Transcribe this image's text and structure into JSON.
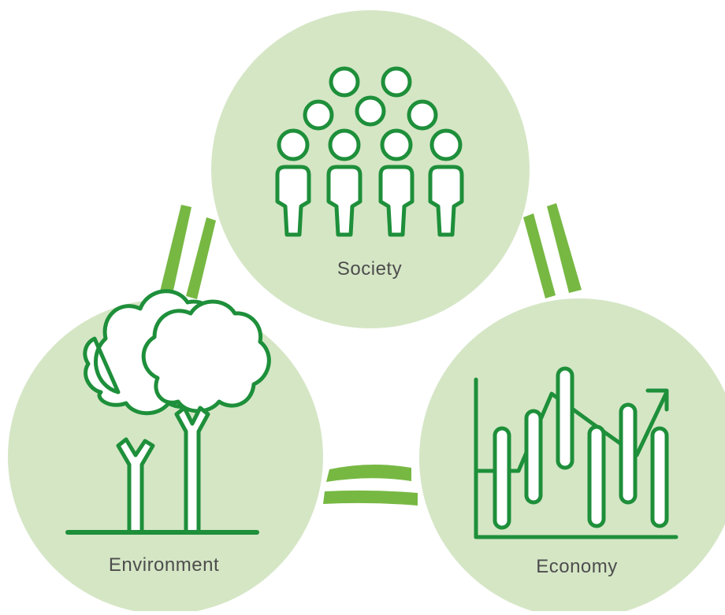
{
  "colors": {
    "circle_fill": "#d5e6c5",
    "icon_stroke": "#1e8f3a",
    "arrow_fill": "#77b843",
    "label_text": "#4d4d4d"
  },
  "nodes": [
    {
      "id": "society",
      "label": "Society",
      "icon": "people-group-icon"
    },
    {
      "id": "environment",
      "label": "Environment",
      "icon": "trees-icon"
    },
    {
      "id": "economy",
      "label": "Economy",
      "icon": "candlestick-chart-icon"
    }
  ],
  "connectors": [
    {
      "from": "society",
      "to": "environment",
      "icon": "double-bar-connector"
    },
    {
      "from": "society",
      "to": "economy",
      "icon": "double-bar-connector"
    },
    {
      "from": "environment",
      "to": "economy",
      "icon": "double-bar-connector"
    }
  ]
}
